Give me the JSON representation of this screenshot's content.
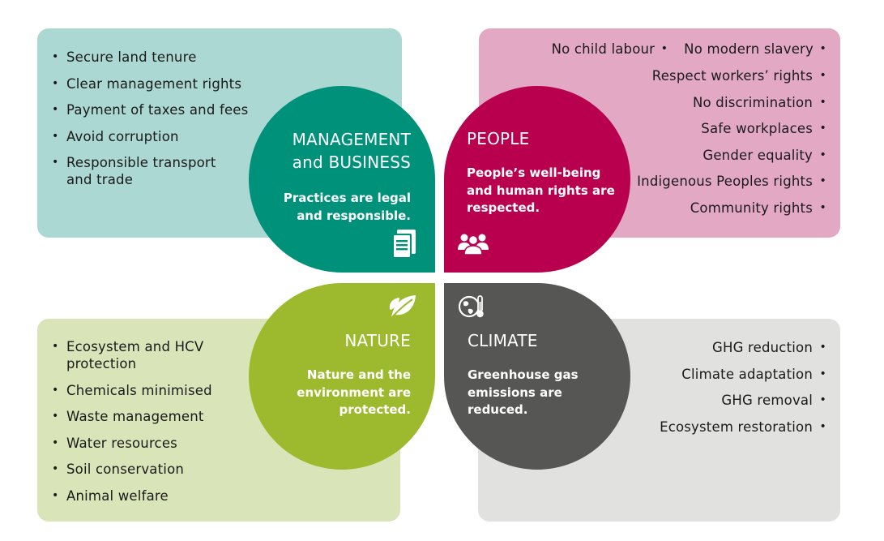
{
  "management": {
    "title_line1": "MANAGEMENT",
    "title_line2": "and BUSINESS",
    "desc_line1": "Practices are legal",
    "desc_line2": "and responsible.",
    "color": "#00917a",
    "panel_color": "#acd8d3",
    "icon": "document-icon",
    "items": [
      "Secure land tenure",
      "Clear management rights",
      "Payment of taxes and fees",
      "Avoid corruption",
      "Responsible transport",
      "and trade"
    ]
  },
  "people": {
    "title": "PEOPLE",
    "desc_line1": "People’s well-being",
    "desc_line2": "and human rights are",
    "desc_line3": "respected.",
    "color": "#b8004e",
    "panel_color": "#e3a9c4",
    "icon": "people-group-icon",
    "first_row": [
      "No child labour",
      "No modern slavery"
    ],
    "items": [
      "Respect workers’ rights",
      "No discrimination",
      "Safe workplaces",
      "Gender equality",
      "Indigenous Peoples rights",
      "Community rights"
    ]
  },
  "nature": {
    "title": "NATURE",
    "desc_line1": "Nature and the",
    "desc_line2": "environment are",
    "desc_line3": "protected.",
    "color": "#9dba2e",
    "panel_color": "#d9e4b8",
    "icon": "leaf-icon",
    "items": [
      "Ecosystem and HCV",
      "protection",
      "Chemicals minimised",
      "Waste management",
      "Water resources",
      "Soil conservation",
      "Animal welfare"
    ]
  },
  "climate": {
    "title": "CLIMATE",
    "desc_line1": "Greenhouse gas",
    "desc_line2": "emissions are",
    "desc_line3": "reduced.",
    "color": "#565754",
    "panel_color": "#e1e1df",
    "icon": "globe-thermometer-icon",
    "items": [
      "GHG reduction",
      "Climate adaptation",
      "GHG removal",
      "Ecosystem restoration"
    ]
  }
}
